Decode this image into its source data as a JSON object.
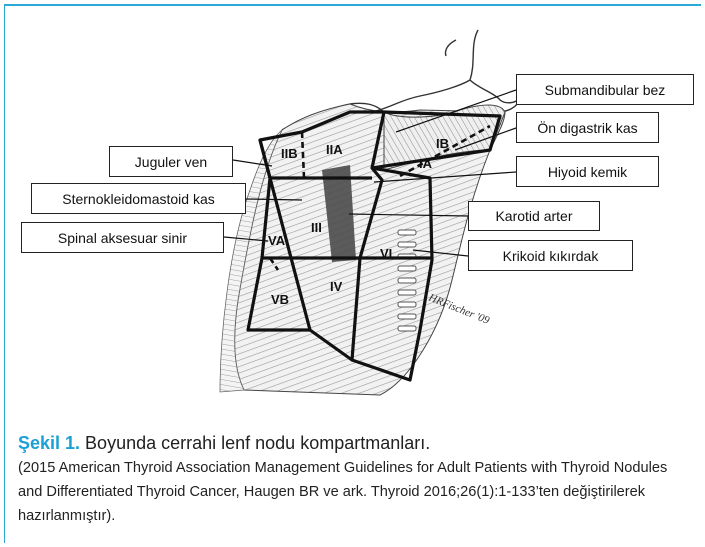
{
  "figure": {
    "labels": {
      "submandibular": "Submandibular bez",
      "on_digastrik": "Ön digastrik kas",
      "hiyoid": "Hiyoid kemik",
      "karotid": "Karotid arter",
      "krikoid": "Krikoid kıkırdak",
      "juguler": "Juguler ven",
      "sternokleido": "Sternokleidomastoid kas",
      "spinal": "Spinal aksesuar sinir"
    },
    "zones": {
      "IIB": "IIB",
      "IIA": "IIA",
      "IB": "IB",
      "IA": "IA",
      "III": "III",
      "VA": "VA",
      "VB": "VB",
      "IV": "IV",
      "VI": "VI"
    },
    "signature": "HRFischer '09"
  },
  "caption": {
    "title_lead": "Şekil 1.",
    "title_rest": " Boyunda cerrahi lenf nodu kompartmanları.",
    "note": "(2015 American Thyroid Association Management Guidelines for Adult Patients with Thyroid Nodules and Differentiated Thyroid Cancer, Haugen BR ve ark. Thyroid 2016;26(1):1-133’ten değiştirilerek hazırlanmıştır)."
  },
  "colors": {
    "accent": "#1aa0d4",
    "frame": "#2aa8d8"
  }
}
